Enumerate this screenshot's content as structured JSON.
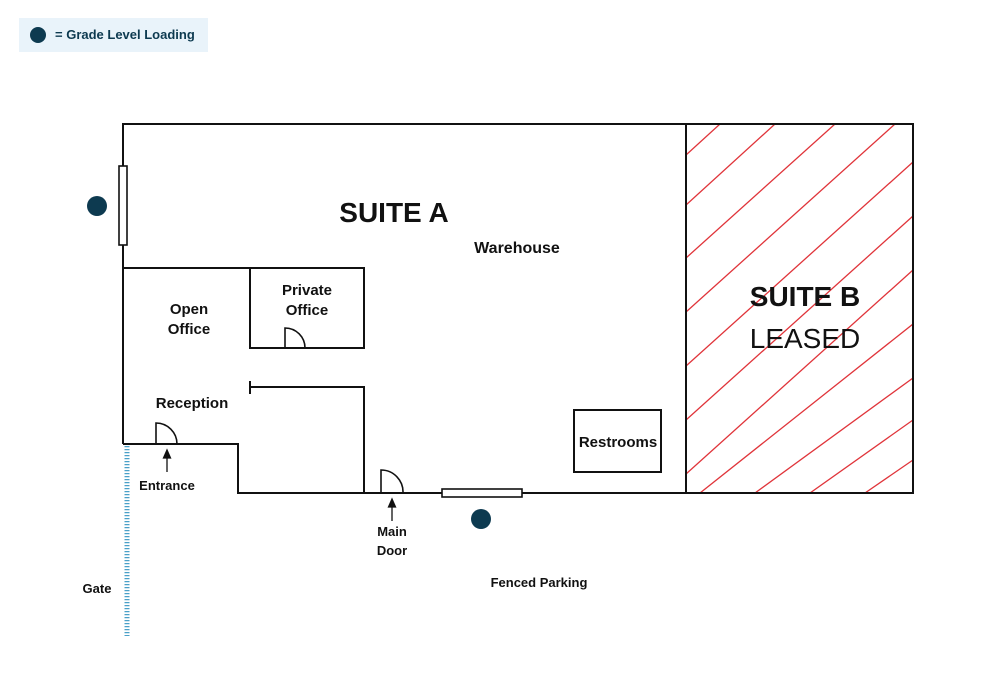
{
  "legend": {
    "label": "= Grade Level Loading",
    "dot_color": "#0d3a50"
  },
  "suite_a": {
    "title": "SUITE A",
    "warehouse": "Warehouse"
  },
  "suite_b": {
    "title": "SUITE B",
    "status": "LEASED",
    "hatch_color": "#e0343a"
  },
  "rooms": {
    "open_office": [
      "Open",
      "Office"
    ],
    "private_office": [
      "Private",
      "Office"
    ],
    "reception": "Reception",
    "restrooms": "Restrooms"
  },
  "labels": {
    "entrance": "Entrance",
    "main_door": [
      "Main",
      "Door"
    ],
    "fenced_parking": "Fenced Parking",
    "gate": "Gate"
  },
  "colors": {
    "wall": "#111111",
    "gate": "#4aa0c8",
    "loading": "#0d3a50"
  }
}
